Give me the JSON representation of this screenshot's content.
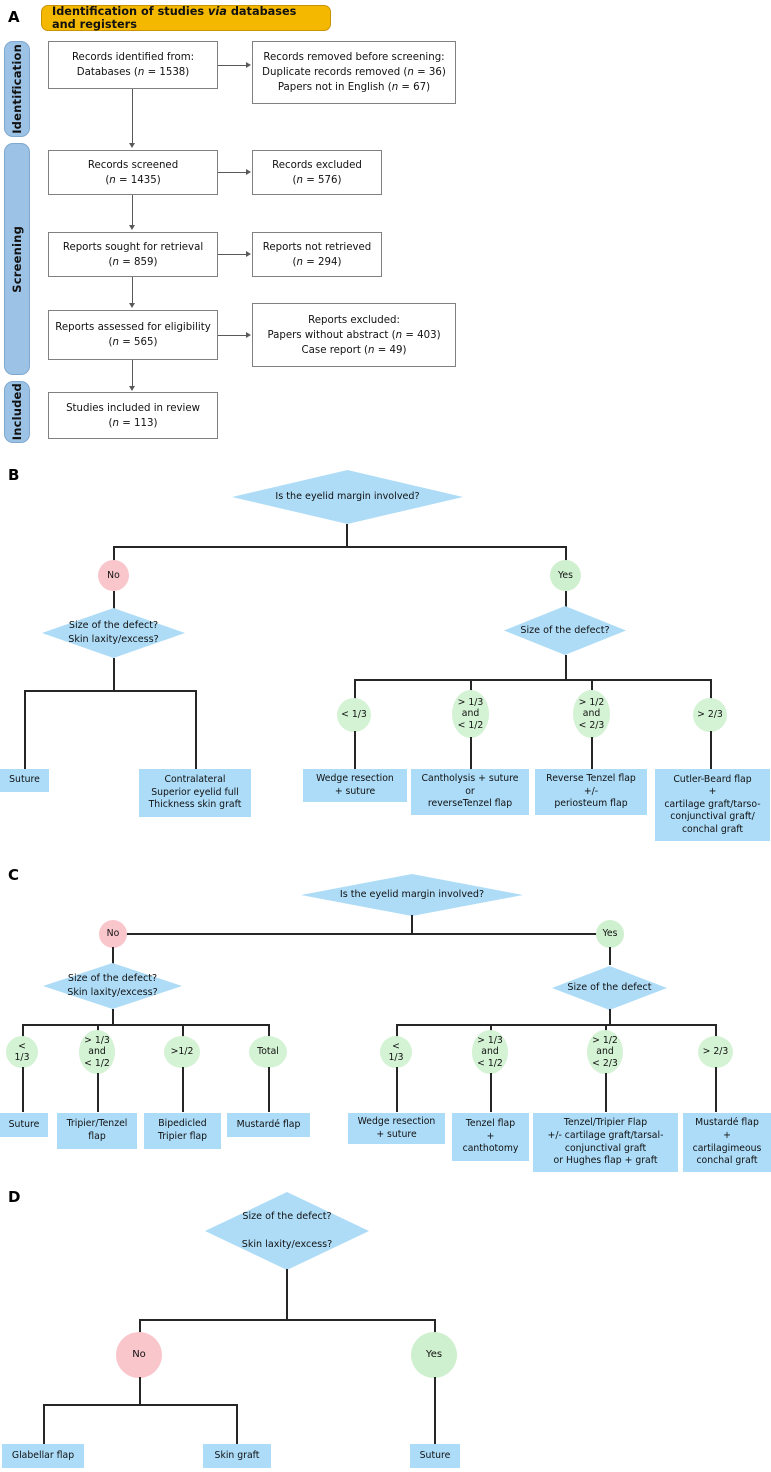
{
  "figure": {
    "panels": [
      "A",
      "B",
      "C",
      "D"
    ]
  },
  "panelA": {
    "letter": "A",
    "title_pre": "Identification of studies ",
    "title_italic": "via",
    "title_post": " databases and registers",
    "stages": [
      {
        "label": "Identification"
      },
      {
        "label": "Screening"
      },
      {
        "label": "Included"
      }
    ],
    "boxes": {
      "identified": {
        "l1": "Records identified from:",
        "l2": "Databases (n = 1538)"
      },
      "removed": {
        "l1": "Records removed before screening:",
        "l2": "Duplicate records removed (n = 36)",
        "l3": "Papers not in English (n = 67)"
      },
      "screened": {
        "l1": "Records screened",
        "l2": "(n = 1435)"
      },
      "excluded": {
        "l1": "Records excluded",
        "l2": "(n = 576)"
      },
      "sought": {
        "l1": "Reports sought for retrieval",
        "l2": "(n = 859)"
      },
      "not_retrieved": {
        "l1": "Reports not retrieved",
        "l2": "(n = 294)"
      },
      "assessed": {
        "l1": "Reports assessed for eligibility",
        "l2": "(n = 565)"
      },
      "reports_excluded": {
        "l1": "Reports excluded:",
        "l2": "Papers without abstract (n = 403)",
        "l3": "Case report (n = 49)"
      },
      "included": {
        "l1": "Studies included in review",
        "l2": "(n = 113)"
      }
    }
  },
  "panelB": {
    "letter": "B",
    "root": "Is the eyelid margin involved?",
    "no_label": "No",
    "yes_label": "Yes",
    "left_diamond": "Size of the defect?\nSkin laxity/excess?",
    "right_diamond": "Size of the defect?",
    "left_outcomes": [
      {
        "label": "Suture"
      },
      {
        "label": "Contralateral\nSuperior eyelid full\nThickness skin graft"
      }
    ],
    "right_nodes": [
      {
        "size": "< 1/3",
        "outcome": "Wedge resection\n+ suture"
      },
      {
        "size": "> 1/3\nand\n< 1/2",
        "outcome": "Cantholysis + suture\nor\nreverseTenzel flap"
      },
      {
        "size": "> 1/2\nand\n< 2/3",
        "outcome": "Reverse Tenzel flap\n+/-\nperiosteum flap"
      },
      {
        "size": "> 2/3",
        "outcome": "Cutler-Beard flap\n+\ncartilage graft/tarso-\nconjunctival graft/\nconchal graft"
      }
    ]
  },
  "panelC": {
    "letter": "C",
    "root": "Is the eyelid margin involved?",
    "no_label": "No",
    "yes_label": "Yes",
    "left_diamond": "Size of the defect?\nSkin laxity/excess?",
    "right_diamond": "Size of the defect",
    "left_nodes": [
      {
        "size": "<\n1/3",
        "outcome": "Suture"
      },
      {
        "size": "> 1/3\nand\n< 1/2",
        "outcome": "Tripier/Tenzel\nflap"
      },
      {
        "size": ">1/2",
        "outcome": "Bipedicled\nTripier flap"
      },
      {
        "size": "Total",
        "outcome": "Mustardé flap"
      }
    ],
    "right_nodes": [
      {
        "size": "<\n1/3",
        "outcome": "Wedge resection\n+ suture"
      },
      {
        "size": "> 1/3\nand\n< 1/2",
        "outcome": "Tenzel flap\n+\ncanthotomy"
      },
      {
        "size": "> 1/2\nand\n< 2/3",
        "outcome": "Tenzel/Tripier Flap\n+/- cartilage graft/tarsal-\nconjunctival graft\nor Hughes flap + graft"
      },
      {
        "size": "> 2/3",
        "outcome": "Mustardé flap\n+\ncartilagimeous\nconchal graft"
      }
    ]
  },
  "panelD": {
    "letter": "D",
    "root": "Size of the defect?\n\nSkin laxity/excess?",
    "no_label": "No",
    "yes_label": "Yes",
    "no_outcomes": [
      {
        "label": "Glabellar flap"
      },
      {
        "label": "Skin graft"
      }
    ],
    "yes_outcomes": [
      {
        "label": "Suture"
      }
    ]
  },
  "colors": {
    "title_gold": "#F5B800",
    "stage_blue": "#9CC3E5",
    "node_blue": "#AEDCF7",
    "circle_pink": "#F9C6CC",
    "circle_green": "#D4F2D4",
    "line": "#262626"
  }
}
